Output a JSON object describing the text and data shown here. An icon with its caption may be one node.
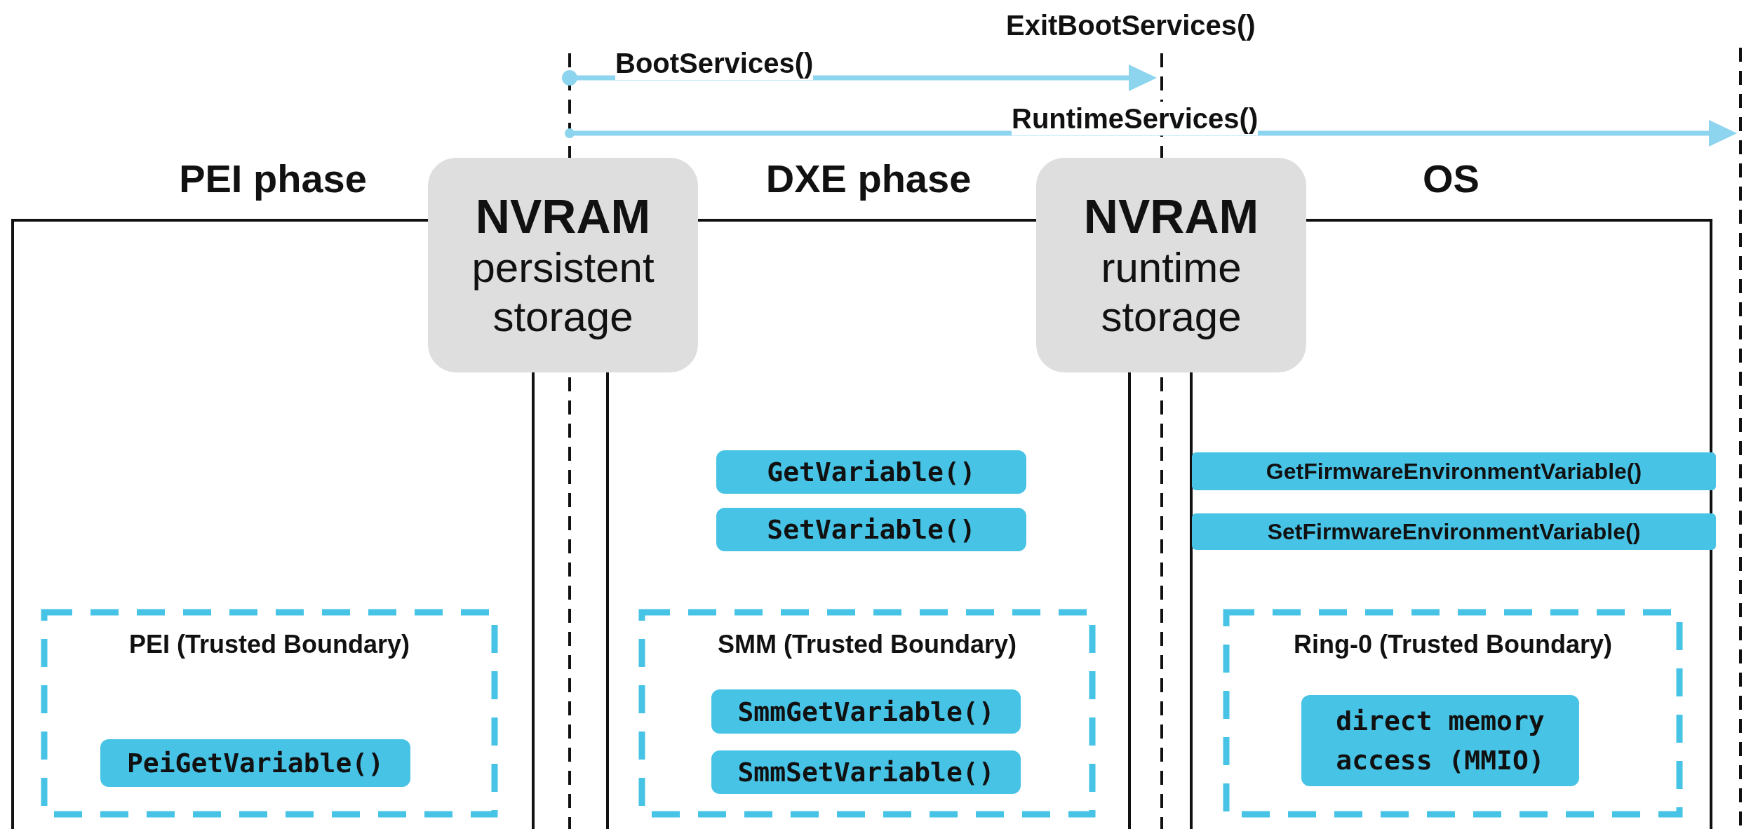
{
  "diagram": {
    "nodes": [
      {
        "text": [
          "PEI phase"
        ]
      },
      {
        "text": [
          "PEI (Trusted Boundary)"
        ],
        "in": 0
      },
      {
        "text": [
          "PeiGetVariable()"
        ],
        "in": 1
      },
      {
        "text": [
          "NVRAM",
          "persistent storage"
        ]
      },
      {
        "text": [
          "DXE phase"
        ]
      },
      {
        "text": [
          "GetVariable()"
        ],
        "in": 4
      },
      {
        "text": [
          "SetVariable()"
        ],
        "in": 4
      },
      {
        "text": [
          "SMM (Trusted Boundary)"
        ],
        "in": 4
      },
      {
        "text": [
          "SmmGetVariable()"
        ],
        "in": 7
      },
      {
        "text": [
          "SmmSetVariable()"
        ],
        "in": 7
      },
      {
        "text": [
          "NVRAM",
          "runtime storage"
        ]
      },
      {
        "text": [
          "OS"
        ]
      },
      {
        "text": [
          "GetFirmwareEnvironmentVariable()"
        ],
        "in": 11
      },
      {
        "text": [
          "SetFirmwareEnvironmentVariable()"
        ],
        "in": 11
      },
      {
        "text": [
          "Ring-0 (Trusted Boundary)"
        ],
        "in": 11
      },
      {
        "text": [
          "direct memory access (MMIO)"
        ],
        "in": 14
      }
    ],
    "labels": [
      "ExitBootServices()",
      "BootServices()",
      "RuntimeServices()"
    ]
  }
}
